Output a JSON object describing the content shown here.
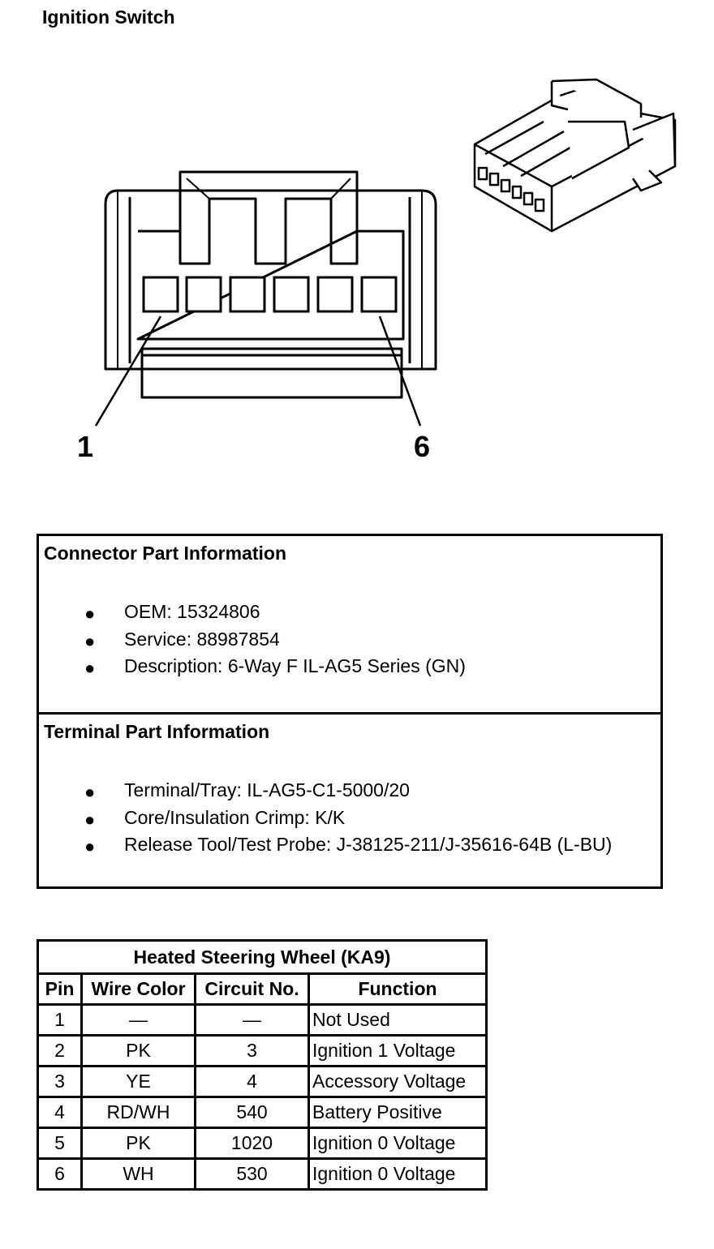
{
  "title": "Ignition Switch",
  "pin_labels": {
    "first": "1",
    "last": "6"
  },
  "connector_info": {
    "heading": "Connector Part Information",
    "items": [
      "OEM: 15324806",
      "Service: 88987854",
      "Description: 6-Way F IL-AG5 Series (GN)"
    ]
  },
  "terminal_info": {
    "heading": "Terminal Part Information",
    "items": [
      "Terminal/Tray: IL-AG5-C1-5000/20",
      "Core/Insulation Crimp: K/K",
      "Release Tool/Test Probe: J-38125-211/J-35616-64B (L-BU)"
    ]
  },
  "pin_table": {
    "caption": "Heated Steering Wheel (KA9)",
    "headers": [
      "Pin",
      "Wire Color",
      "Circuit No.",
      "Function"
    ],
    "rows": [
      [
        "1",
        "—",
        "—",
        "Not Used"
      ],
      [
        "2",
        "PK",
        "3",
        "Ignition 1 Voltage"
      ],
      [
        "3",
        "YE",
        "4",
        "Accessory Voltage"
      ],
      [
        "4",
        "RD/WH",
        "540",
        "Battery Positive"
      ],
      [
        "5",
        "PK",
        "1020",
        "Ignition 0 Voltage"
      ],
      [
        "6",
        "WH",
        "530",
        "Ignition 0 Voltage"
      ]
    ]
  }
}
